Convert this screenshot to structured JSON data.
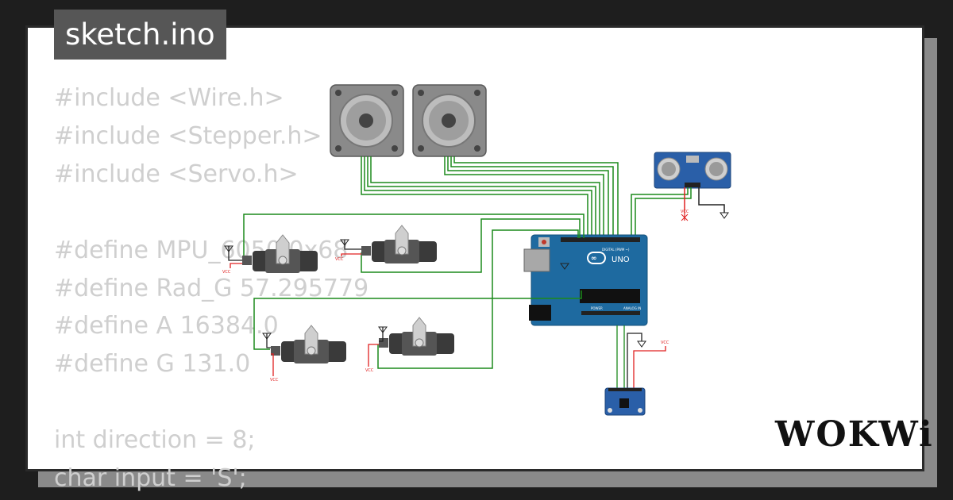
{
  "header": {
    "filename": "sketch.ino"
  },
  "code_lines": [
    "#include <Wire.h>",
    "#include <Stepper.h>",
    "#include <Servo.h>",
    "",
    "#define MPU_6050 0x68",
    "#define Rad_G 57.295779",
    "#define A 16384.0",
    "#define G 131.0",
    "",
    "int direction = 8;",
    "char input = 'S';"
  ],
  "board": {
    "brand_label": "UNO",
    "digital_label": "DIGITAL (PWM ~)",
    "power_label": "POWER",
    "analog_label": "ANALOG IN"
  },
  "power_labels": {
    "vcc": "VCC"
  },
  "brand": {
    "logo_text": "WOKWi"
  },
  "colors": {
    "wire_green": "#1b8a1b",
    "wire_red": "#e02020",
    "board_blue": "#1e6aa0",
    "code_gray": "#cfcfcf"
  }
}
